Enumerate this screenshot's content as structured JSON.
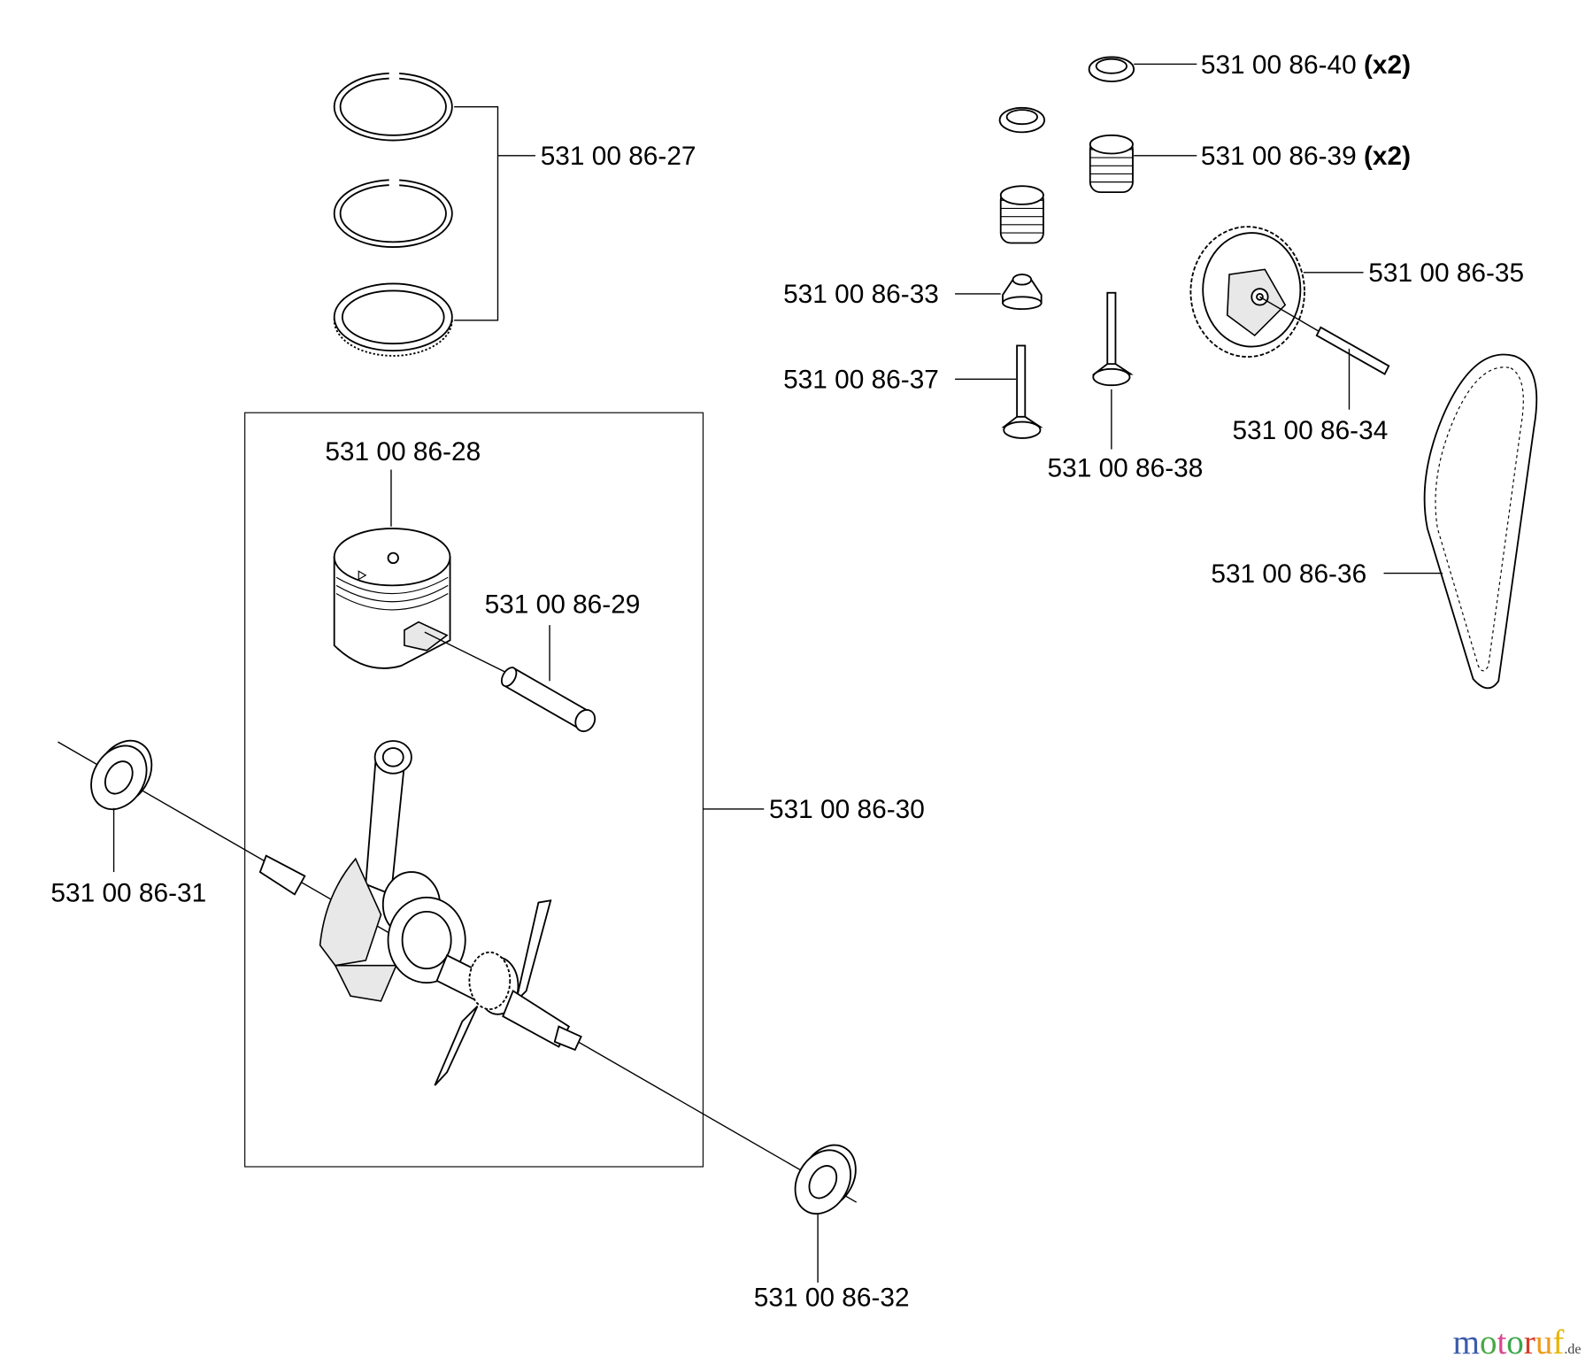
{
  "parts": {
    "rings": "531 00 86-27",
    "piston": "531 00 86-28",
    "piston_pin": "531 00 86-29",
    "crankshaft_assembly": "531 00 86-30",
    "seal_left": "531 00 86-31",
    "seal_right": "531 00 86-32",
    "valve_seal": "531 00 86-33",
    "cam_pin": "531 00 86-34",
    "cam_gear": "531 00 86-35",
    "timing_belt": "531 00 86-36",
    "valve_intake": "531 00 86-37",
    "valve_exhaust": "531 00 86-38",
    "valve_spring": "531 00 86-39",
    "valve_spring_qty": "(x2)",
    "spring_retainer": "531 00 86-40",
    "spring_retainer_qty": "(x2)"
  },
  "logo": {
    "text": "motoruf",
    "suffix": ".de",
    "letters": [
      "m",
      "o",
      "t",
      "o",
      "r",
      "u",
      "f"
    ],
    "colors": [
      "#3b5bab",
      "#4aa844",
      "#d8468e",
      "#3aa64a",
      "#d63a26",
      "#ef9a1c",
      "#e6b400"
    ]
  }
}
